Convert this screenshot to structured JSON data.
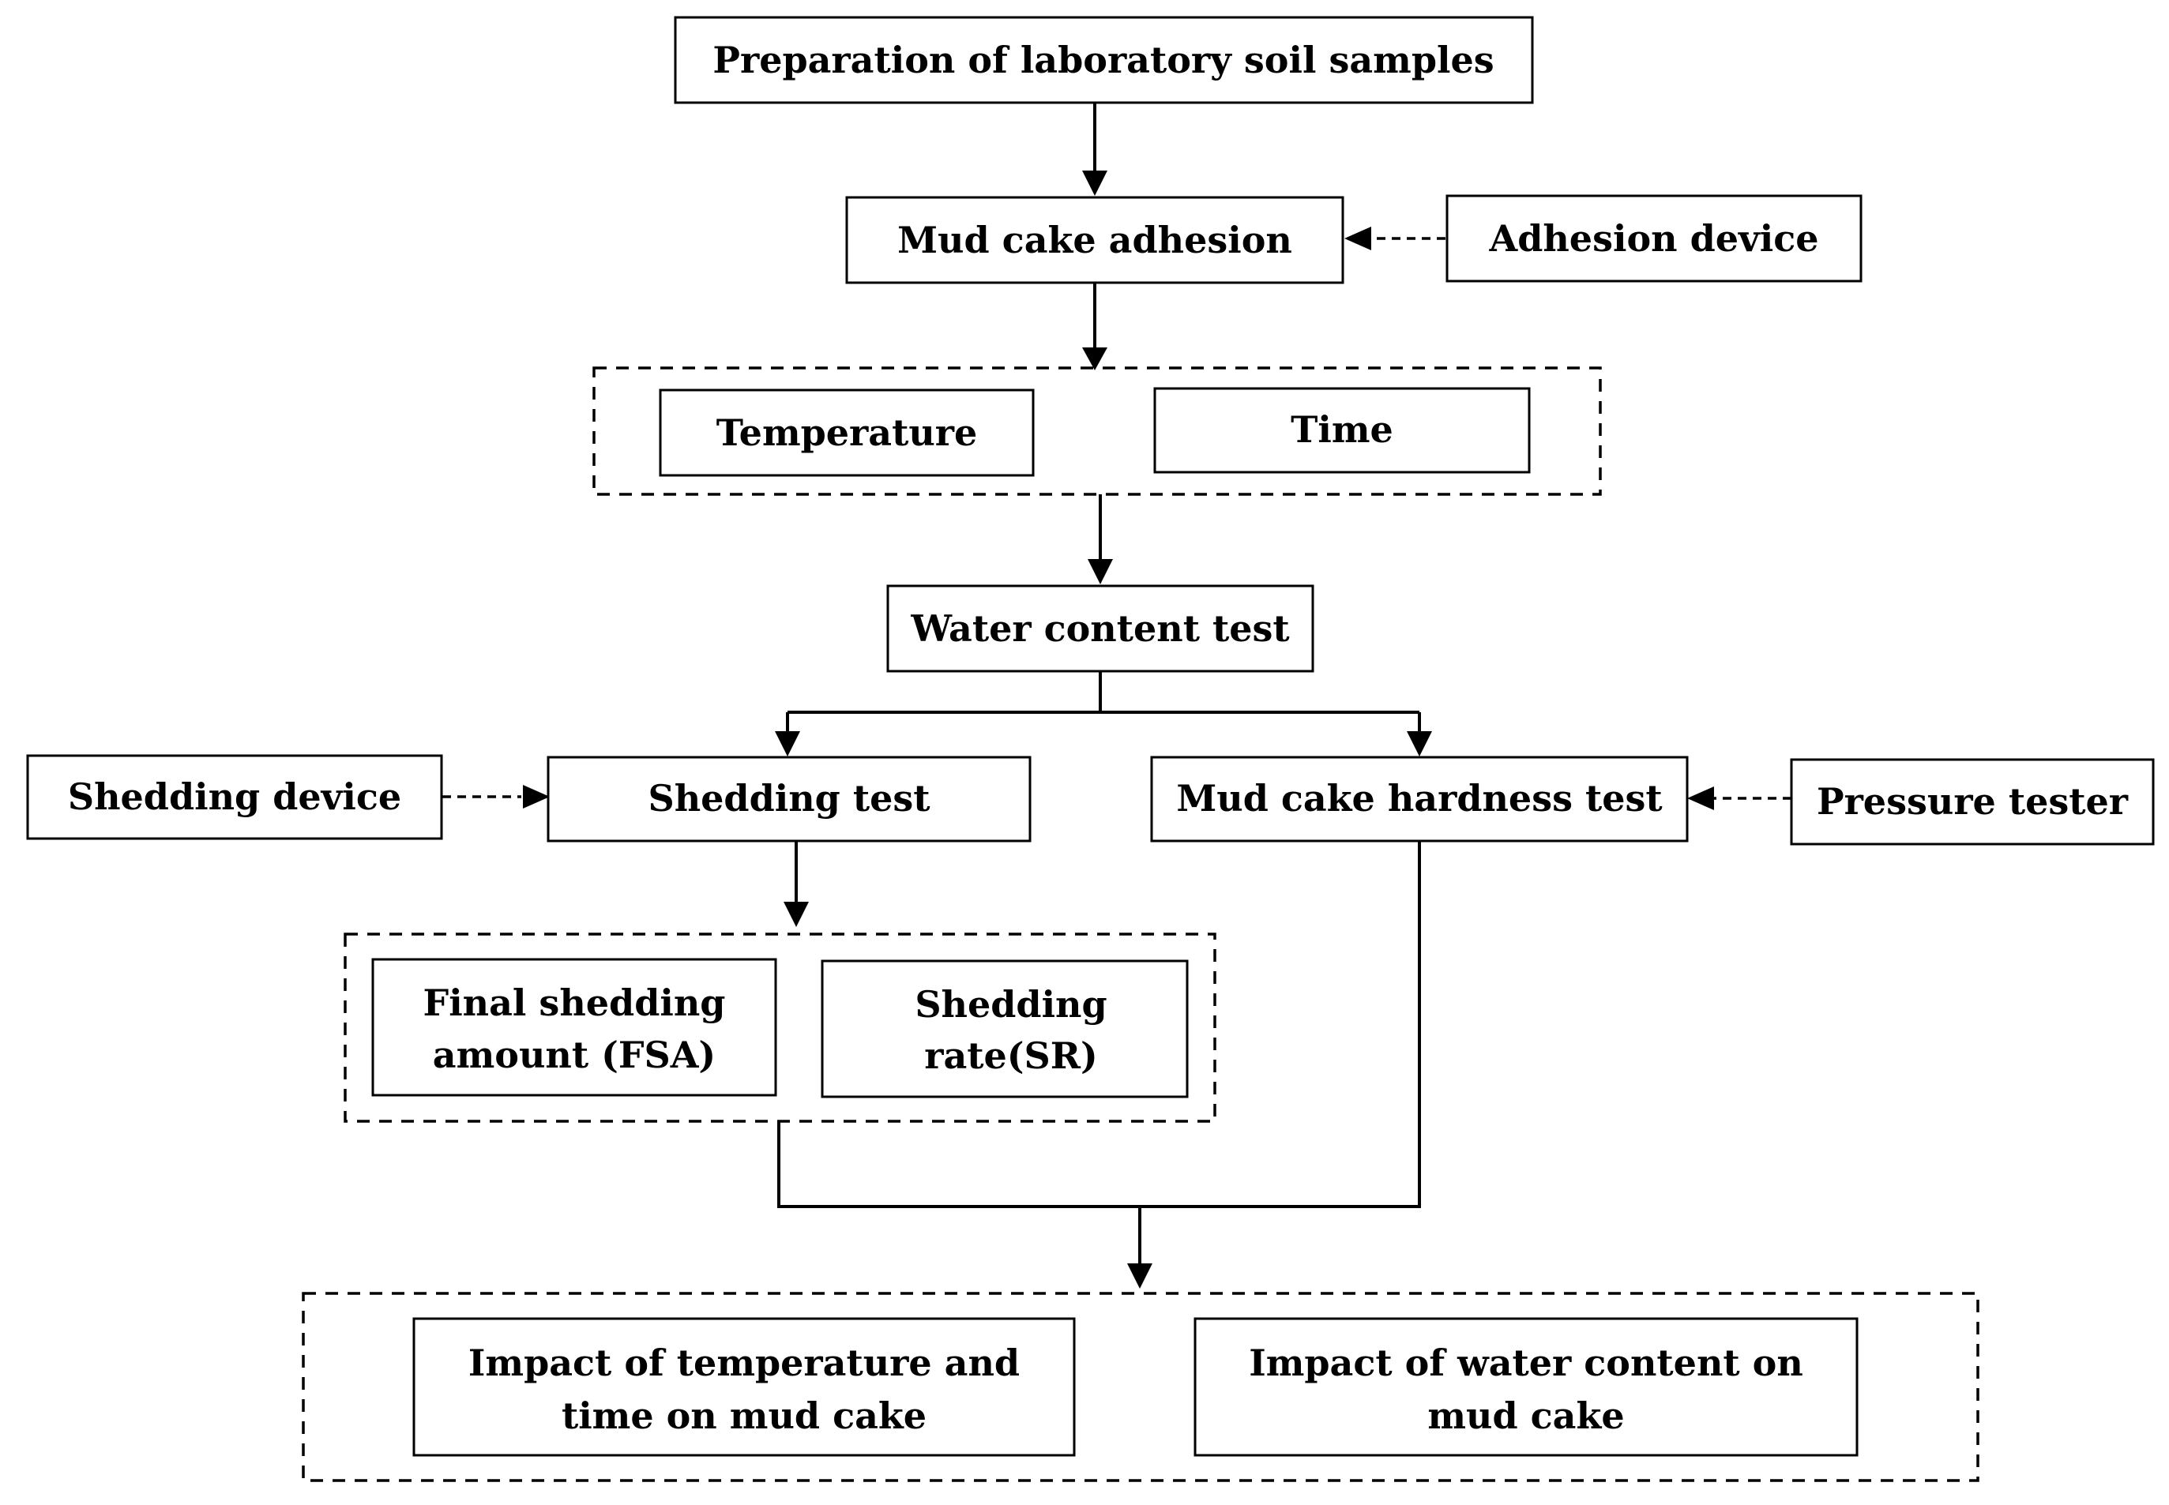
{
  "nodes": {
    "prep": "Preparation of laboratory soil samples",
    "adhesion": "Mud cake adhesion",
    "adhesion_device": "Adhesion device",
    "temperature": "Temperature",
    "time": "Time",
    "water_test": "Water content test",
    "shedding_device": "Shedding device",
    "shedding_test": "Shedding test",
    "hardness_test": "Mud cake hardness test",
    "pressure_tester": "Pressure tester",
    "fsa": [
      "Final shedding",
      "amount (FSA)"
    ],
    "sr": [
      "Shedding",
      "rate(SR)"
    ],
    "impact_temp_time": [
      "Impact of temperature and",
      "time on mud cake"
    ],
    "impact_water": [
      "Impact of water content on",
      "mud cake"
    ]
  }
}
